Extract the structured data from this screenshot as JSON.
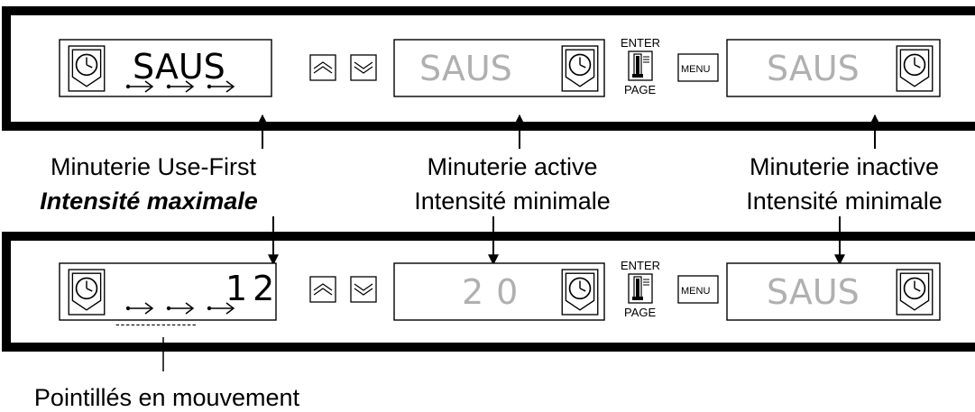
{
  "panel_top": {
    "left_display": {
      "text": "SAUS"
    },
    "middle_display": {
      "text": "SAUS"
    },
    "right_display": {
      "text": "SAUS"
    },
    "enter_label": "ENTER",
    "page_label": "PAGE",
    "menu_label": "MENU"
  },
  "panel_bottom": {
    "left_display": {
      "text": "12",
      "dashes": "----------------"
    },
    "middle_display": {
      "text": "20"
    },
    "right_display": {
      "text": "SAUS"
    },
    "enter_label": "ENTER",
    "page_label": "PAGE",
    "menu_label": "MENU"
  },
  "annotations": {
    "left": {
      "line1": "Minuterie Use-First",
      "line2": "Intensité maximale"
    },
    "middle": {
      "line1": "Minuterie active",
      "line2": "Intensité minimale"
    },
    "right": {
      "line1": "Minuterie inactive",
      "line2": "Intensité minimale"
    },
    "bottom": "Pointillés en mouvement"
  },
  "colors": {
    "bright_text": "#000000",
    "dim_text": "#b0b0b0",
    "frame": "#000000"
  },
  "icons": [
    "clock-icon",
    "chevron-up-icon",
    "chevron-down-icon",
    "enter-page-icon",
    "arrow-icon"
  ]
}
